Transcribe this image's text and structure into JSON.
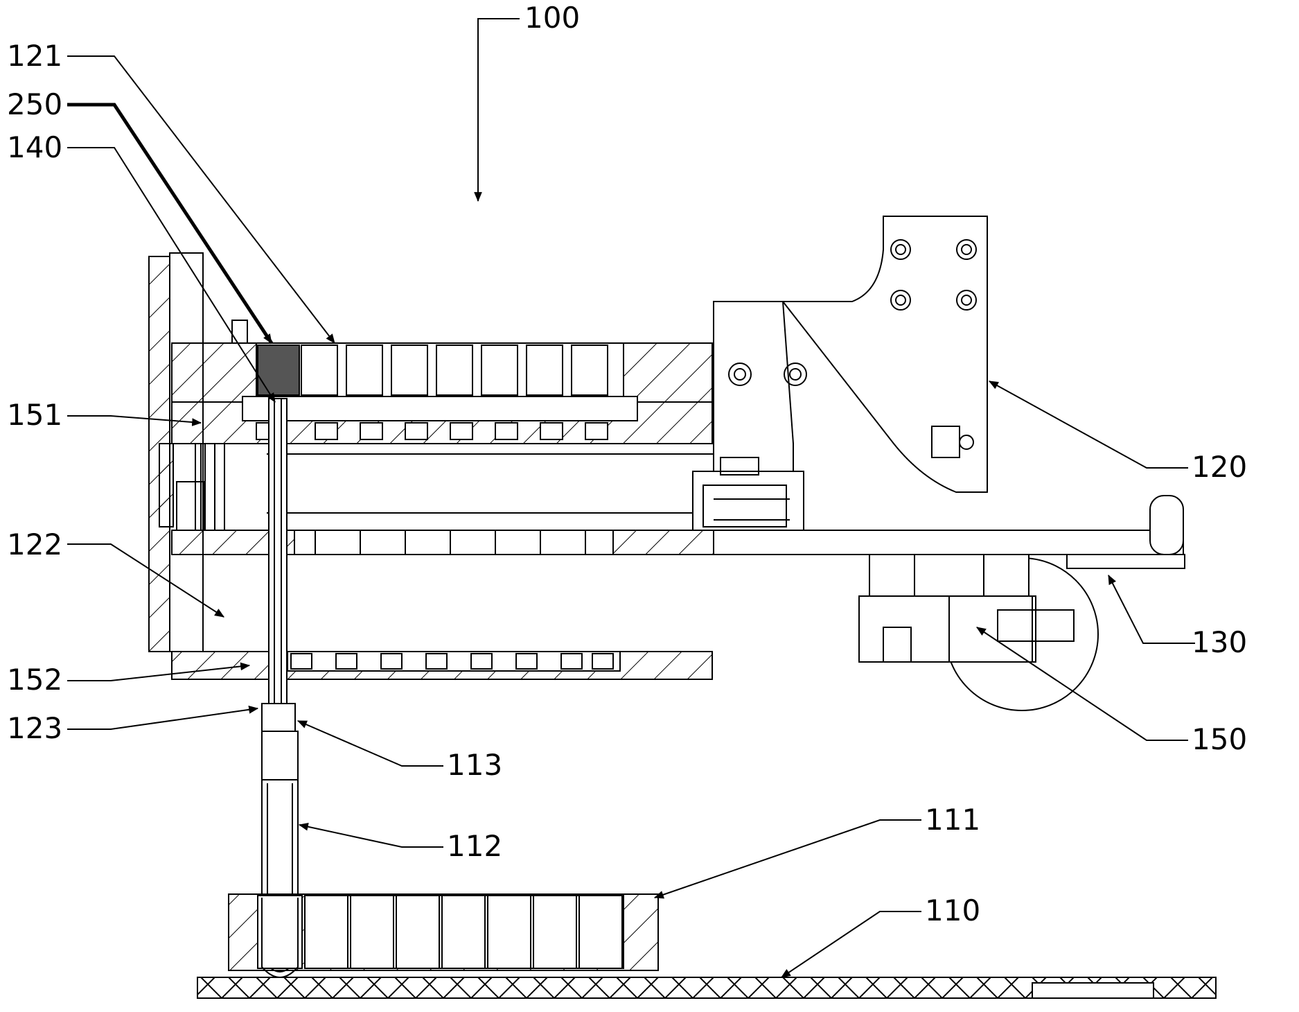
{
  "figure": {
    "labels": {
      "l100": "100",
      "l121": "121",
      "l250": "250",
      "l140": "140",
      "l151": "151",
      "l122": "122",
      "l152": "152",
      "l123": "123",
      "l113": "113",
      "l112": "112",
      "l111": "111",
      "l110": "110",
      "l120": "120",
      "l130": "130",
      "l150": "150"
    }
  }
}
